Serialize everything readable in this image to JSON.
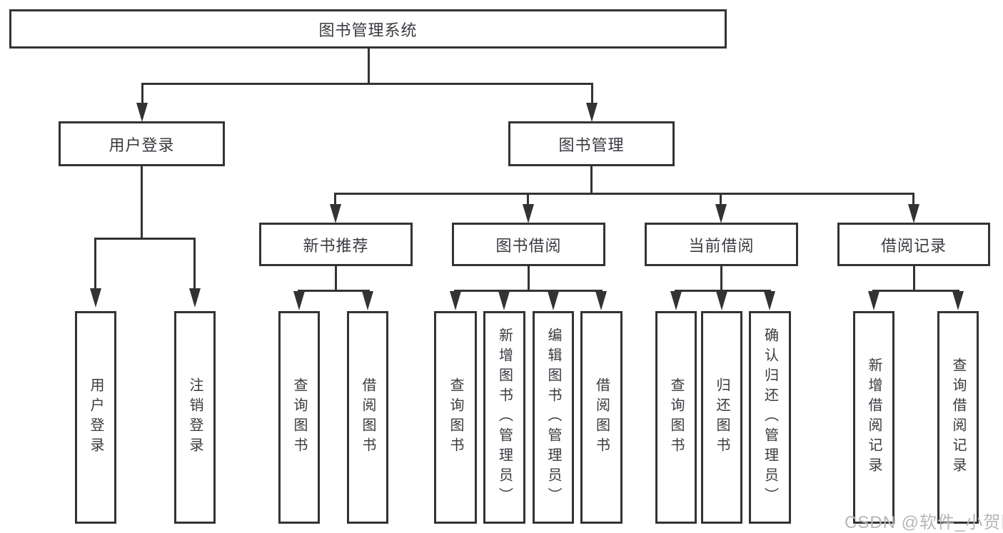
{
  "tree": {
    "label": "图书管理系统",
    "children": [
      {
        "label": "用户登录",
        "children": [
          {
            "label": "用户登录"
          },
          {
            "label": "注销登录"
          }
        ]
      },
      {
        "label": "图书管理",
        "children": [
          {
            "label": "新书推荐",
            "children": [
              {
                "label": "查询图书"
              },
              {
                "label": "借阅图书"
              }
            ]
          },
          {
            "label": "图书借阅",
            "children": [
              {
                "label": "查询图书"
              },
              {
                "label": "新增图书（管理员）"
              },
              {
                "label": "编辑图书（管理员）"
              },
              {
                "label": "借阅图书"
              }
            ]
          },
          {
            "label": "当前借阅",
            "children": [
              {
                "label": "查询图书"
              },
              {
                "label": "归还图书"
              },
              {
                "label": "确认归还（管理员）"
              }
            ]
          },
          {
            "label": "借阅记录",
            "children": [
              {
                "label": "新增借阅记录"
              },
              {
                "label": "查询借阅记录"
              }
            ]
          }
        ]
      }
    ]
  },
  "watermark": {
    "text": "CSDN @软件_小贺同学",
    "color": "#b6b6ba"
  },
  "colors": {
    "line": "#333333",
    "box_border": "#333333",
    "box_text": "#3a3a40",
    "background": "#ffffff"
  }
}
